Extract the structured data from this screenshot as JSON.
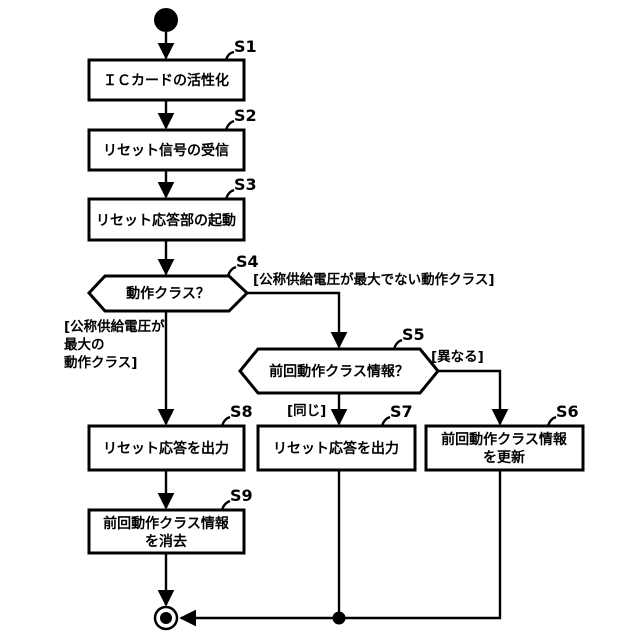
{
  "steps": {
    "s1": {
      "id": "S1",
      "label": "ＩＣカードの活性化"
    },
    "s2": {
      "id": "S2",
      "label": "リセット信号の受信"
    },
    "s3": {
      "id": "S3",
      "label": "リセット応答部の起動"
    },
    "s4": {
      "id": "S4",
      "label": "動作クラス？"
    },
    "s5": {
      "id": "S5",
      "label": "前回動作クラス情報？"
    },
    "s6": {
      "id": "S6",
      "line1": "前回動作クラス情報",
      "line2": "を更新"
    },
    "s7": {
      "id": "S7",
      "label": "リセット応答を出力"
    },
    "s8": {
      "id": "S8",
      "label": "リセット応答を出力"
    },
    "s9": {
      "id": "S9",
      "line1": "前回動作クラス情報",
      "line2": "を消去"
    }
  },
  "guards": {
    "s4_right": "[公称供給電圧が最大でない動作クラス]",
    "s4_down_line1": "[公称供給電圧が",
    "s4_down_line2": "最大の",
    "s4_down_line3": "動作クラス]",
    "s5_right": "[異なる]",
    "s5_down": "[同じ]"
  }
}
